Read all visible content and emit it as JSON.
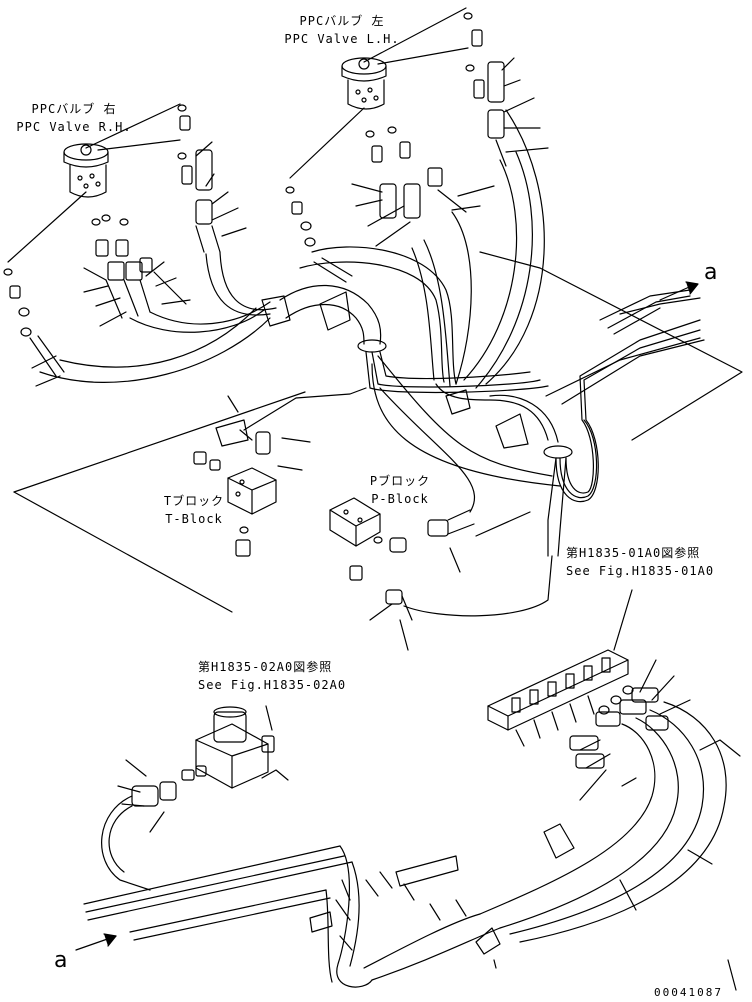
{
  "labels": {
    "ppc_left_jp": "PPCバルブ 左",
    "ppc_left_en": "PPC Valve L.H.",
    "ppc_right_jp": "PPCバルブ 右",
    "ppc_right_en": "PPC Valve R.H.",
    "t_block_jp": "Tブロック",
    "t_block_en": "T-Block",
    "p_block_jp": "Pブロック",
    "p_block_en": "P-Block",
    "ref_01_jp": "第H1835-01A0図参照",
    "ref_01_en": "See Fig.H1835-01A0",
    "ref_02_jp": "第H1835-02A0図参照",
    "ref_02_en": "See Fig.H1835-02A0",
    "connector_a_top": "a",
    "connector_a_bottom": "a",
    "drawing_number": "00041087"
  }
}
